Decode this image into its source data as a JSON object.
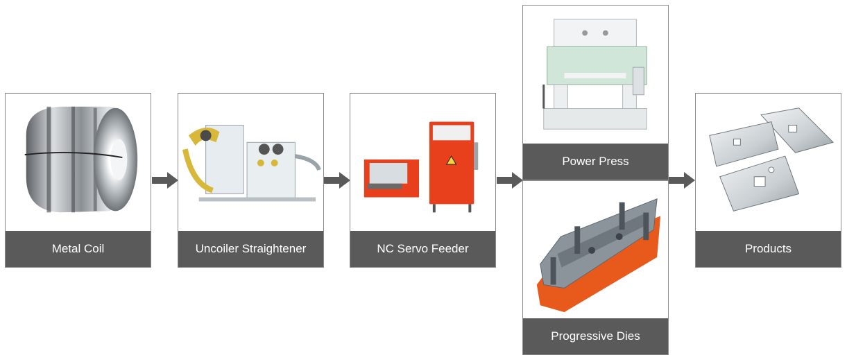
{
  "steps": [
    {
      "label": "Metal Coil",
      "icon": "metal-coil-image"
    },
    {
      "label": "Uncoiler Straightener",
      "icon": "uncoiler-straightener-image"
    },
    {
      "label": "NC Servo Feeder",
      "icon": "nc-servo-feeder-image"
    },
    {
      "label": "Power Press",
      "icon": "power-press-image"
    },
    {
      "label": "Progressive Dies",
      "icon": "progressive-dies-image"
    },
    {
      "label": "Products",
      "icon": "products-image"
    }
  ],
  "colors": {
    "caption_bg": "#5a5a5a",
    "caption_text": "#ffffff",
    "arrow": "#5a5a5a",
    "border": "#8a8a8a",
    "feeder_orange": "#e8401c",
    "press_green": "#cfe6d8",
    "die_orange": "#e85a1c"
  }
}
